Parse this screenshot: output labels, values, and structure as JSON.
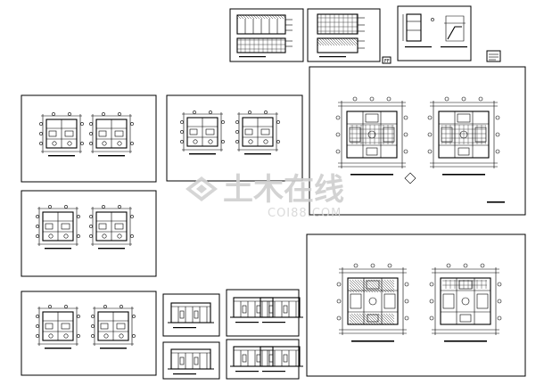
{
  "watermark": {
    "name": "土木在线",
    "site": "COI88.COM"
  },
  "sheet_tags": {
    "small_tag": "FF"
  }
}
